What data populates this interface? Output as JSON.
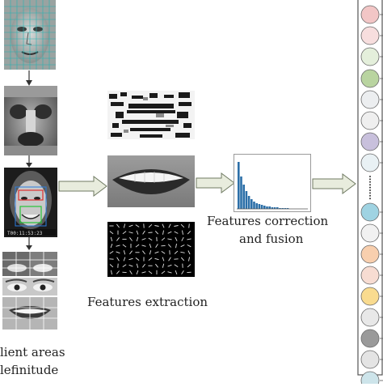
{
  "labels": {
    "salient_line1": "lient areas",
    "salient_line2": "lefinitude",
    "features_extraction": "Features extraction",
    "correction_line1": "Features correction",
    "correction_line2": "and fusion"
  },
  "feature_vector": {
    "cell_colors": [
      "#f2c6c6",
      "#f7dede",
      "#e4efdb",
      "#b9d4a0",
      "#eceef0",
      "#efefef",
      "#c8c0dc",
      "#e9f1f4",
      "#9fd3e2",
      "#f1f1f1",
      "#f8cfae",
      "#f7dcd2",
      "#f9db8f",
      "#e8e8e8",
      "#9a9a9a",
      "#e4e4e4",
      "#3d7f96",
      "#cde4ea"
    ]
  },
  "colors": {
    "arrow_fill": "#e8ecdd",
    "arrow_stroke": "#6f7a62",
    "histogram_bar": "#2c6fa8",
    "vector_border": "#555555"
  }
}
